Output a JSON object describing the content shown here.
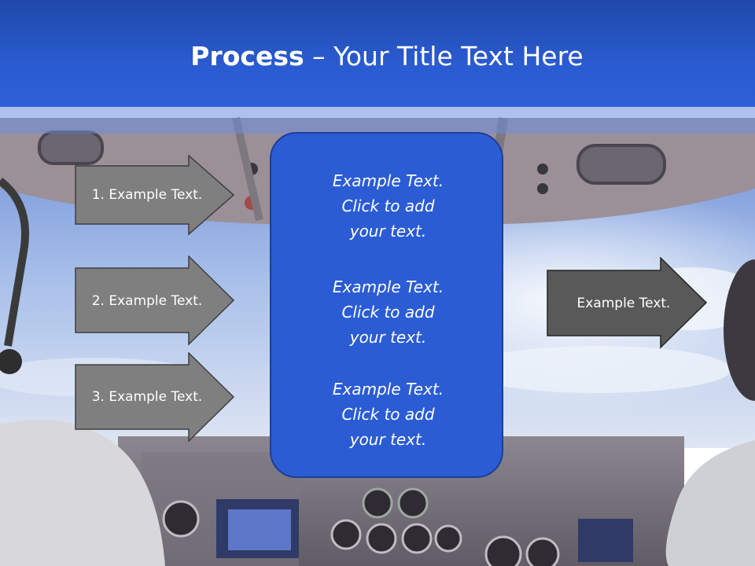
{
  "slide": {
    "title_bold": "Process",
    "title_rest": " – Your Title Text Here"
  },
  "left_arrows": [
    {
      "label": "1. Example Text."
    },
    {
      "label": "2. Example Text."
    },
    {
      "label": "3. Example Text."
    }
  ],
  "center_box": {
    "blocks": [
      {
        "lines": [
          "Example Text.",
          "Click  to add",
          "your text."
        ]
      },
      {
        "lines": [
          "Example Text.",
          "Click  to add",
          "your text."
        ]
      },
      {
        "lines": [
          "Example Text.",
          "Click  to add",
          "your text."
        ]
      }
    ]
  },
  "right_arrow": {
    "label": "Example Text."
  },
  "colors": {
    "header": "#2a5bd0",
    "center_box": "#2b5cd4",
    "arrow_fill": "#7f7f7f",
    "right_arrow_fill": "#595959"
  }
}
